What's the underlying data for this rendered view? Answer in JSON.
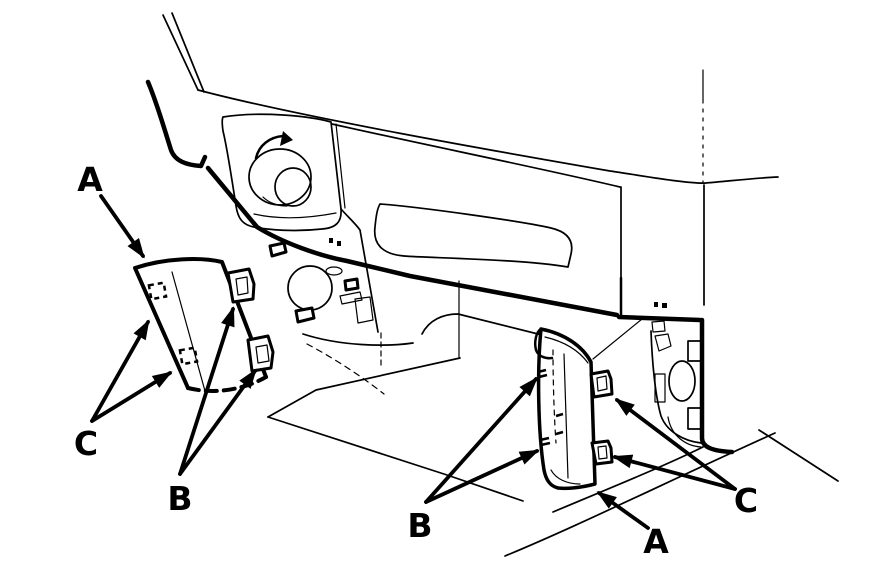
{
  "diagram": {
    "background_color": "#ffffff",
    "line_color": "#000000",
    "description": "line-art interior trim panel diagram",
    "callouts": [
      {
        "id": "a-left",
        "text": "A"
      },
      {
        "id": "c-left",
        "text": "C"
      },
      {
        "id": "b-left",
        "text": "B"
      },
      {
        "id": "b-right",
        "text": "B"
      },
      {
        "id": "a-right",
        "text": "A"
      },
      {
        "id": "c-right",
        "text": "C"
      }
    ]
  }
}
